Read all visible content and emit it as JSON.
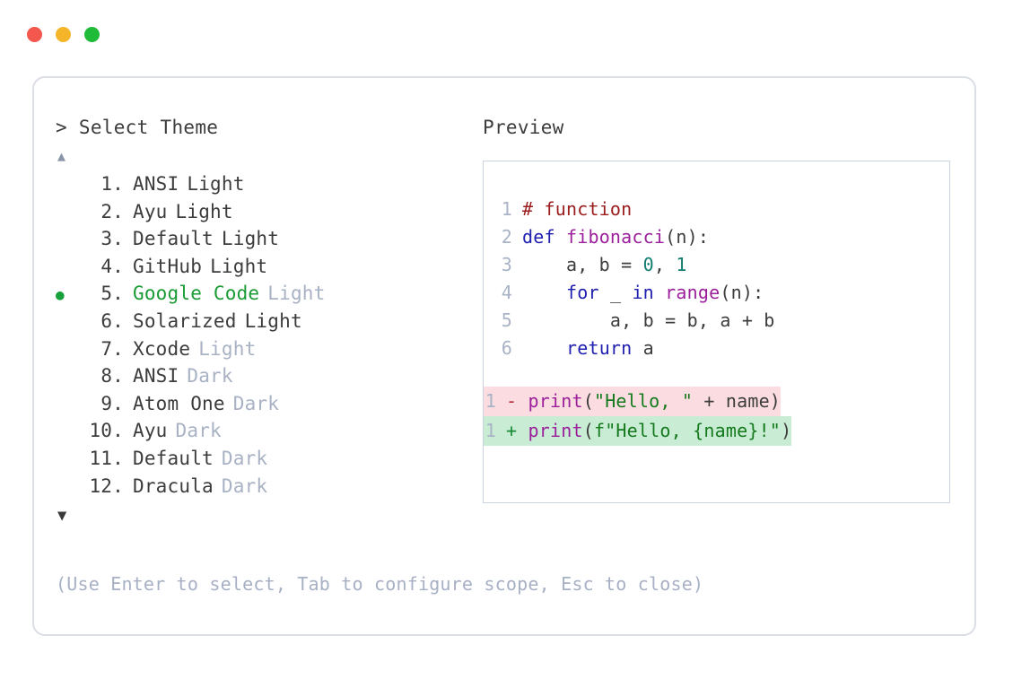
{
  "window": {
    "dots": [
      {
        "name": "close-dot",
        "color": "#f4574e"
      },
      {
        "name": "minimize-dot",
        "color": "#f5b52b"
      },
      {
        "name": "maximize-dot",
        "color": "#1fba38"
      }
    ]
  },
  "selector": {
    "prompt_caret": ">",
    "prompt_label": "Select Theme",
    "scroll_up_glyph": "▲",
    "scroll_down_glyph": "▼",
    "selected_index": 5,
    "selected_bullet": "●",
    "accent_color": "#1a9b34",
    "items": [
      {
        "number": "1.",
        "name": "ANSI",
        "suffix": "Light",
        "suffix_dim": false,
        "selected": false
      },
      {
        "number": "2.",
        "name": "Ayu",
        "suffix": "Light",
        "suffix_dim": false,
        "selected": false
      },
      {
        "number": "3.",
        "name": "Default",
        "suffix": "Light",
        "suffix_dim": false,
        "selected": false
      },
      {
        "number": "4.",
        "name": "GitHub",
        "suffix": "Light",
        "suffix_dim": false,
        "selected": false
      },
      {
        "number": "5.",
        "name": "Google Code",
        "suffix": "Light",
        "suffix_dim": true,
        "selected": true
      },
      {
        "number": "6.",
        "name": "Solarized",
        "suffix": "Light",
        "suffix_dim": false,
        "selected": false
      },
      {
        "number": "7.",
        "name": "Xcode",
        "suffix": "Light",
        "suffix_dim": true,
        "selected": false
      },
      {
        "number": "8.",
        "name": "ANSI",
        "suffix": "Dark",
        "suffix_dim": true,
        "selected": false
      },
      {
        "number": "9.",
        "name": "Atom One",
        "suffix": "Dark",
        "suffix_dim": true,
        "selected": false
      },
      {
        "number": "10.",
        "name": "Ayu",
        "suffix": "Dark",
        "suffix_dim": true,
        "selected": false
      },
      {
        "number": "11.",
        "name": "Default",
        "suffix": "Dark",
        "suffix_dim": true,
        "selected": false
      },
      {
        "number": "12.",
        "name": "Dracula",
        "suffix": "Dark",
        "suffix_dim": true,
        "selected": false
      }
    ]
  },
  "preview": {
    "label": "Preview",
    "code_lines": [
      {
        "ln": "1",
        "tokens": [
          {
            "t": "# function",
            "c": "comment"
          }
        ]
      },
      {
        "ln": "2",
        "tokens": [
          {
            "t": "def ",
            "c": "kw"
          },
          {
            "t": "fibonacci",
            "c": "fn"
          },
          {
            "t": "(n):",
            "c": "plain"
          }
        ]
      },
      {
        "ln": "3",
        "tokens": [
          {
            "t": "    a, b = ",
            "c": "plain"
          },
          {
            "t": "0",
            "c": "num"
          },
          {
            "t": ", ",
            "c": "plain"
          },
          {
            "t": "1",
            "c": "num"
          }
        ]
      },
      {
        "ln": "4",
        "tokens": [
          {
            "t": "    ",
            "c": "plain"
          },
          {
            "t": "for",
            "c": "kw"
          },
          {
            "t": " _ ",
            "c": "plain"
          },
          {
            "t": "in",
            "c": "kw"
          },
          {
            "t": " ",
            "c": "plain"
          },
          {
            "t": "range",
            "c": "fn"
          },
          {
            "t": "(n):",
            "c": "plain"
          }
        ]
      },
      {
        "ln": "5",
        "tokens": [
          {
            "t": "        a, b = b, a + b",
            "c": "plain"
          }
        ]
      },
      {
        "ln": "6",
        "tokens": [
          {
            "t": "    ",
            "c": "plain"
          },
          {
            "t": "return",
            "c": "kw"
          },
          {
            "t": " a",
            "c": "plain"
          }
        ]
      }
    ],
    "diff_lines": [
      {
        "ln": "1",
        "kind": "del",
        "marker": "-",
        "tokens": [
          {
            "t": "print",
            "c": "fn"
          },
          {
            "t": "(",
            "c": "plain"
          },
          {
            "t": "\"Hello, \"",
            "c": "str"
          },
          {
            "t": " + name)",
            "c": "plain"
          }
        ]
      },
      {
        "ln": "1",
        "kind": "add",
        "marker": "+",
        "tokens": [
          {
            "t": "print",
            "c": "fn"
          },
          {
            "t": "(",
            "c": "plain"
          },
          {
            "t": "f\"Hello, {name}!\"",
            "c": "str"
          },
          {
            "t": ")",
            "c": "plain"
          }
        ]
      }
    ],
    "diff_del_bg": "#fbdde1",
    "diff_add_bg": "#c9ecd4"
  },
  "footer": {
    "hint": "(Use Enter to select, Tab to configure scope, Esc to close)"
  }
}
